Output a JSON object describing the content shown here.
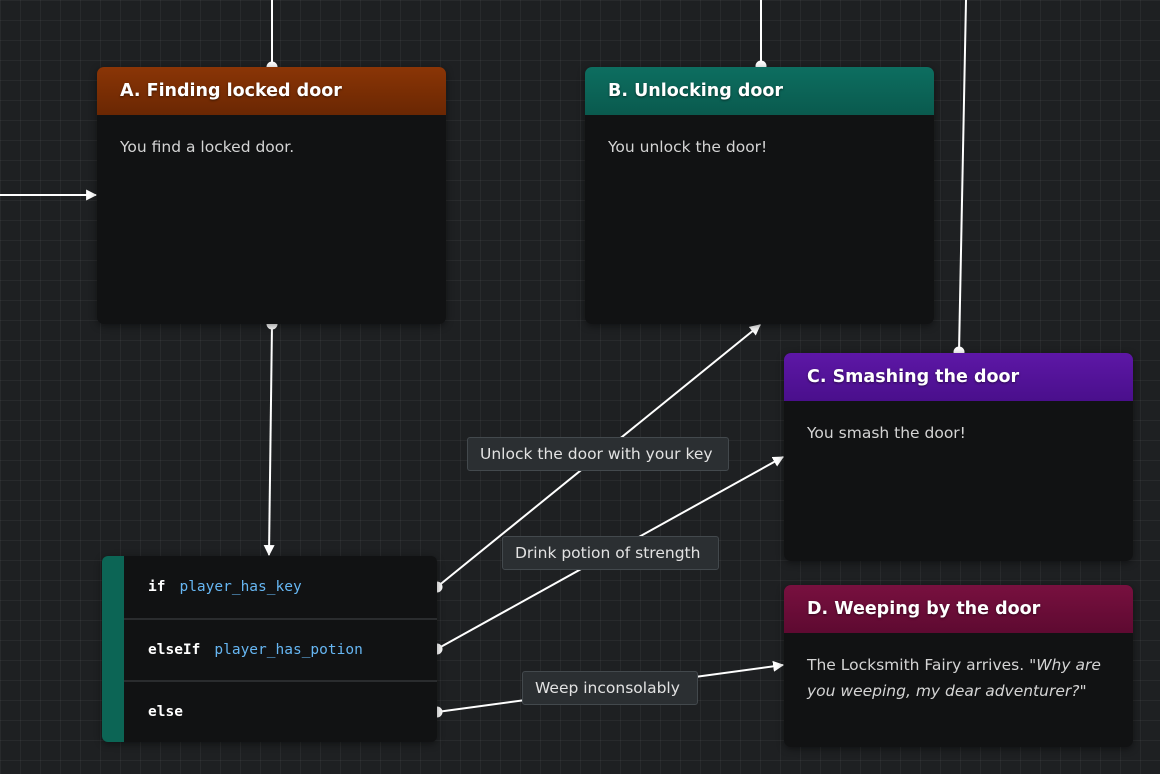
{
  "nodes": {
    "a": {
      "title": "A. Finding locked door",
      "text": "You find a locked door.",
      "color": "#7a2e04"
    },
    "b": {
      "title": "B. Unlocking door",
      "text": "You unlock the door!",
      "color": "#0b6456"
    },
    "c": {
      "title": "C. Smashing the door",
      "text": "You smash the door!",
      "color": "#54129a"
    },
    "d": {
      "title": "D. Weeping by the door",
      "text": "The Locksmith Fairy arrives. ",
      "quote": "\"Why are you weeping, my dear adventurer?\"",
      "color": "#6b0d38"
    }
  },
  "branch": {
    "rows": [
      {
        "keyword": "if",
        "variable": "player_has_key"
      },
      {
        "keyword": "elseIf",
        "variable": "player_has_potion"
      },
      {
        "keyword": "else",
        "variable": ""
      }
    ],
    "color": "#0c6555"
  },
  "choices": [
    "Unlock the door with your key",
    "Drink potion of strength",
    "Weep inconsolably"
  ],
  "colors": {
    "background": "#1e2022",
    "edge": "#ffffff",
    "variable": "#66b6f2"
  }
}
